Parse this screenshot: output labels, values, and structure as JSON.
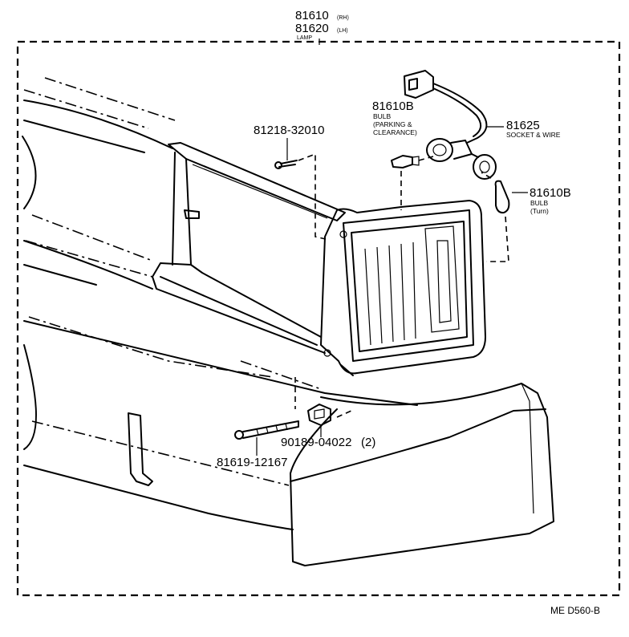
{
  "diagram": {
    "lamp": {
      "part_rh": "81610",
      "rh_tag": "(RH)",
      "part_lh": "81620",
      "lh_tag": "(LH)",
      "name": "LAMP"
    },
    "bulb_parking": {
      "part": "81610B",
      "line1": "BULB",
      "line2": "(PARKING &",
      "line3": "CLEARANCE)"
    },
    "socket": {
      "part": "81625",
      "name": "SOCKET & WIRE"
    },
    "bulb_turn": {
      "part": "81610B",
      "line1": "BULB",
      "line2": "(Turn)"
    },
    "screw": {
      "part": "81218-32010"
    },
    "nut": {
      "part": "90189-04022",
      "qty": "(2)"
    },
    "bolt": {
      "part": "81619-12167"
    },
    "code": "ME D560-B"
  }
}
